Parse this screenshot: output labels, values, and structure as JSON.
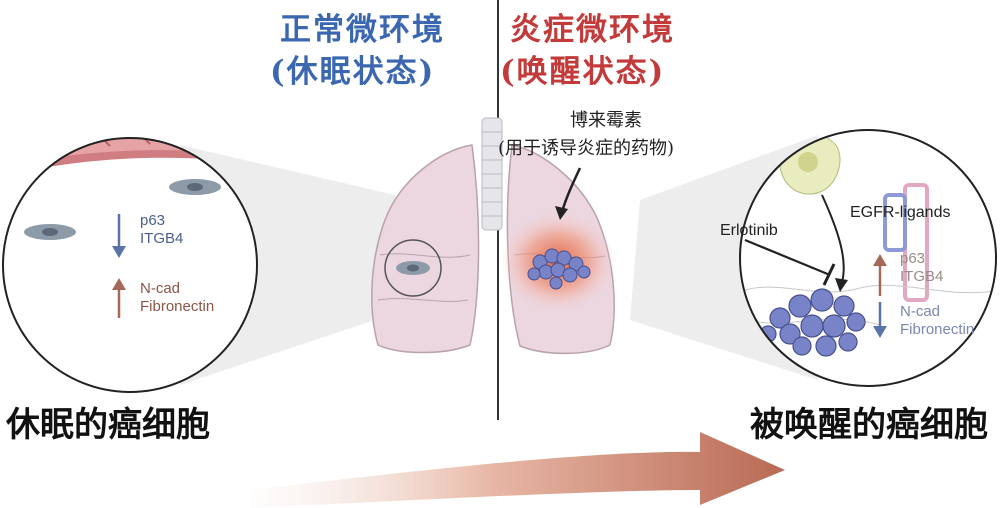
{
  "titles": {
    "left_line1": "正常微环境",
    "left_line2": "(休眠状态)",
    "right_line1": "炎症微环境",
    "right_line2": "(唤醒状态)"
  },
  "drug_note": {
    "line1": "博来霉素",
    "line2": "(用于诱导炎症的药物)"
  },
  "left_panel": {
    "down_labels": [
      "p63",
      "ITGB4"
    ],
    "up_labels": [
      "N-cad",
      "Fibronectin"
    ],
    "caption": "休眠的癌细胞"
  },
  "right_panel": {
    "inhibitor": "Erlotinib",
    "ligand": "EGFR-ligands",
    "up_labels": [
      "p63",
      "ITGB4"
    ],
    "down_labels": [
      "N-cad",
      "Fibronectin"
    ],
    "caption": "被唤醒的癌细胞"
  },
  "colors": {
    "blue_title": "#3a67b0",
    "red_title": "#c23a3a",
    "down_arrow": "#5a74a8",
    "up_arrow": "#a5695a",
    "lung": "#ecd6df",
    "tumor": "#e2573a"
  }
}
